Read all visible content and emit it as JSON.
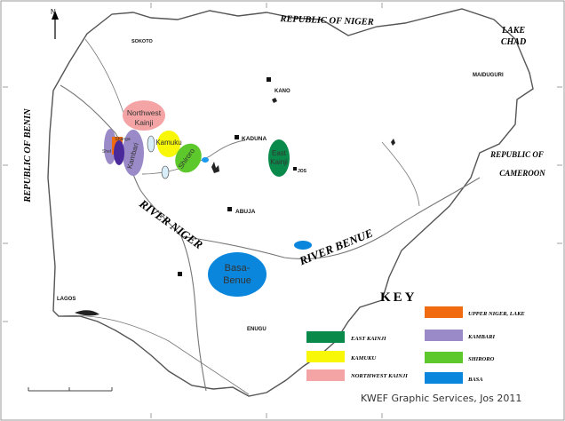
{
  "countries": {
    "niger": "REPUBLIC OF NIGER",
    "benin": "REPUBLIC OF BENIN",
    "chad_line1": "LAKE",
    "chad_line2": "CHAD",
    "cameroon_line1": "REPUBLIC OF",
    "cameroon_line2": "CAMEROON"
  },
  "rivers": {
    "niger": "RIVER NIGER",
    "benue": "RIVER BENUE"
  },
  "cities": {
    "kano": "KANO",
    "kaduna": "KADUNA",
    "abuja": "ABUJA",
    "maiduguri": "MAIDUGURI",
    "sokoto": "SOKOTO",
    "lagos": "LAGOS",
    "enugu": "ENUGU",
    "jos": "JOS"
  },
  "zones": {
    "northwest_line1": "Northwest",
    "northwest_line2": "Kainji",
    "kamuku": "Kamuku",
    "shiroro": "Shiroro",
    "kambari": "Kambari",
    "east_line1": "East",
    "east_line2": "Kainji",
    "basa_line1": "Basa-",
    "basa_line2": "Benue",
    "shanga": "Shanga",
    "shanga_side": "Shel"
  },
  "key": {
    "heading": "KEY",
    "items": [
      {
        "label": "EAST KAINJI",
        "color": "#0a8a4a"
      },
      {
        "label": "UPPER NIGER, LAKE",
        "color": "#f06a10"
      },
      {
        "label": "KAMUKU",
        "color": "#f7f707"
      },
      {
        "label": "KAMBARI",
        "color": "#9a8ac8"
      },
      {
        "label": "NORTHWEST KAINJI",
        "color": "#f4a4a4"
      },
      {
        "label": "SHIRORO",
        "color": "#5cc82c"
      },
      {
        "label": "BASA",
        "color": "#0a86dc"
      }
    ]
  },
  "credit": "KWEF Graphic Services, Jos 2011",
  "north_arrow": "N",
  "colors": {
    "east_kainji": "#0a8a4a",
    "upper_niger": "#f06a10",
    "kamuku": "#f7f707",
    "kambari": "#9a8ac8",
    "northwest_kainji": "#f4a4a4",
    "shiroro": "#5cc82c",
    "basa": "#0a86dc",
    "border": "#555555",
    "river": "#777777"
  }
}
